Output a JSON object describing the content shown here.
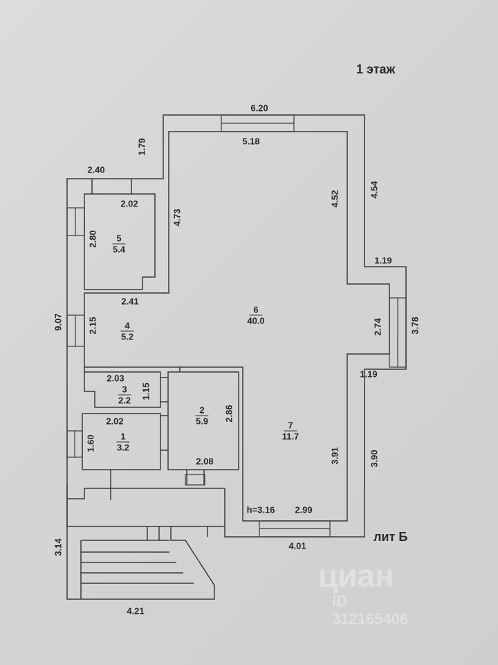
{
  "floor_title": "1 этаж",
  "building_label": "лит Б",
  "ceiling_height": "h=3.16",
  "rooms": [
    {
      "number": "1",
      "area": "3.2"
    },
    {
      "number": "2",
      "area": "5.9"
    },
    {
      "number": "3",
      "area": "2.2"
    },
    {
      "number": "4",
      "area": "5.2"
    },
    {
      "number": "5",
      "area": "5.4"
    },
    {
      "number": "6",
      "area": "40.0"
    },
    {
      "number": "7",
      "area": "11.7"
    }
  ],
  "dimensions": {
    "top_outer": "6.20",
    "top_inner": "5.18",
    "left_top": "1.79",
    "left_wing": "2.40",
    "r5_width": "2.02",
    "r5_height": "2.80",
    "r6_left": "4.73",
    "r6_right": "4.52",
    "right_outer_top": "4.54",
    "bay_top": "1.19",
    "bay_bottom": "1.19",
    "bay_inner": "2.74",
    "bay_outer": "3.78",
    "r4_width": "2.41",
    "r4_height": "2.15",
    "left_outer": "9.07",
    "r3_width": "2.03",
    "r3_height": "1.15",
    "r1_width": "2.02",
    "r1_height": "1.60",
    "r2_height": "2.86",
    "r2_width": "2.08",
    "r7_height": "3.91",
    "right_outer_bottom": "3.90",
    "bottom_inner": "2.99",
    "bottom_outer": "4.01",
    "porch_height": "3.14",
    "porch_width": "4.21"
  },
  "watermark": {
    "brand": "циан",
    "id": "ID 312165406"
  }
}
